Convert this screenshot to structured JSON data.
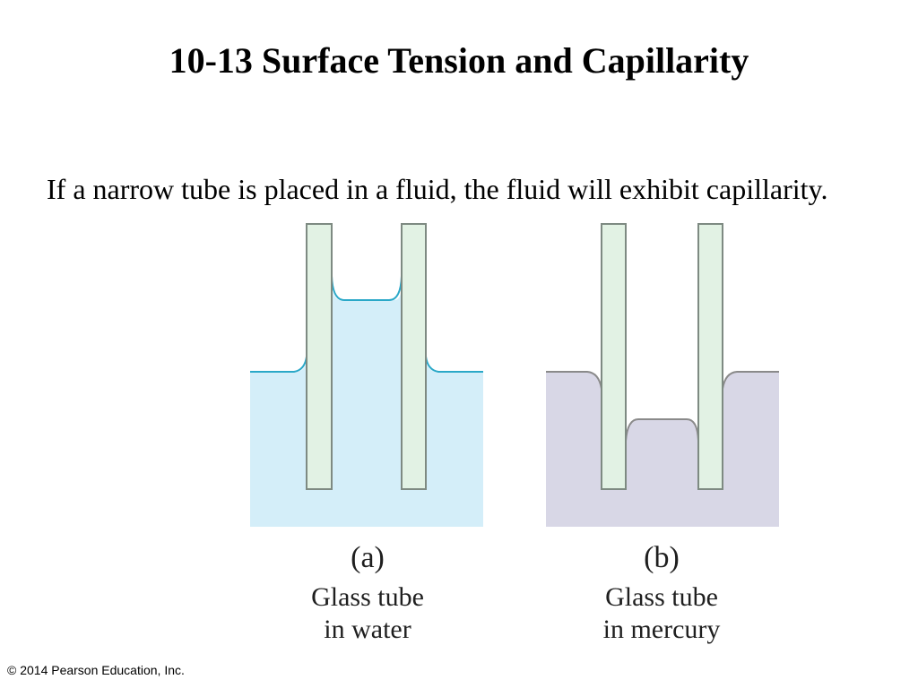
{
  "slide": {
    "title": "10-13 Surface Tension and Capillarity",
    "body": "If a narrow tube is placed in a fluid, the fluid will exhibit capillarity.",
    "copyright": "© 2014 Pearson Education, Inc."
  },
  "figure": {
    "panels": [
      {
        "label": "(a)",
        "caption_line1": "Glass tube",
        "caption_line2": "in water",
        "fluid_color": "#d4eef9",
        "surface_color": "#2aa8c8"
      },
      {
        "label": "(b)",
        "caption_line1": "Glass tube",
        "caption_line2": "in mercury",
        "fluid_color": "#d8d7e6",
        "surface_color": "#8a8a8a"
      }
    ],
    "tube_fill_color": "#e2f2e4",
    "tube_edge_color": "#7e8a82"
  }
}
